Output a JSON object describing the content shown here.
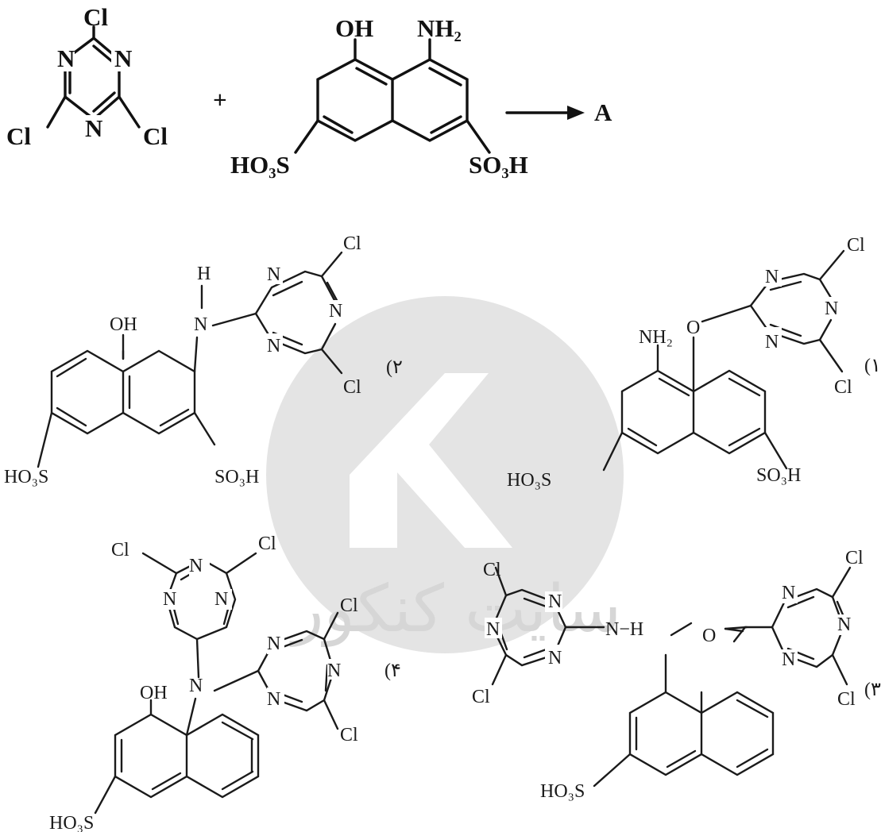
{
  "diagram": {
    "reaction": {
      "reactant1": {
        "top": "Cl",
        "n_left": "N",
        "n_right": "N",
        "n_bottom": "N",
        "cl_left": "Cl",
        "cl_right": "Cl"
      },
      "plus": "+",
      "reactant2": {
        "oh": "OH",
        "nh2": "NH₂",
        "so3h_left": "HO₃S",
        "so3h_right": "SO₃H"
      },
      "product": "A"
    },
    "options": [
      {
        "number": "(۱",
        "nh2": "NH₂",
        "o": "O",
        "n1": "N",
        "n2": "N",
        "n3": "N",
        "cl1": "Cl",
        "cl2": "Cl",
        "so3h_left": "HO₃S",
        "so3h_right": "SO₃H"
      },
      {
        "number": "(۲",
        "h": "H",
        "n": "N",
        "oh": "OH",
        "n1": "N",
        "n2": "N",
        "n3": "N",
        "cl1": "Cl",
        "cl2": "Cl",
        "so3h_left": "HO₃S",
        "so3h_right": "SO₃H"
      },
      {
        "number": "(۳",
        "nh": "N−H",
        "o": "O",
        "t1_n1": "N",
        "t1_n2": "N",
        "t1_n3": "N",
        "t1_cl1": "Cl",
        "t1_cl2": "Cl",
        "t2_n1": "N",
        "t2_n2": "N",
        "t2_n3": "N",
        "t2_cl1": "Cl",
        "t2_cl2": "Cl",
        "so3h": "HO₃S"
      },
      {
        "number": "(۴",
        "n": "N",
        "oh": "OH",
        "t1_n1": "N",
        "t1_n2": "N",
        "t1_n3": "N",
        "t1_cl1": "Cl",
        "t1_cl2": "Cl",
        "t2_n1": "N",
        "t2_n2": "N",
        "t2_n3": "N",
        "t2_cl1": "Cl",
        "t2_cl2": "Cl",
        "so3h": "HO₃S"
      }
    ],
    "watermark": {
      "text": "سایت کنکور",
      "color": "#d6d6d6"
    }
  }
}
